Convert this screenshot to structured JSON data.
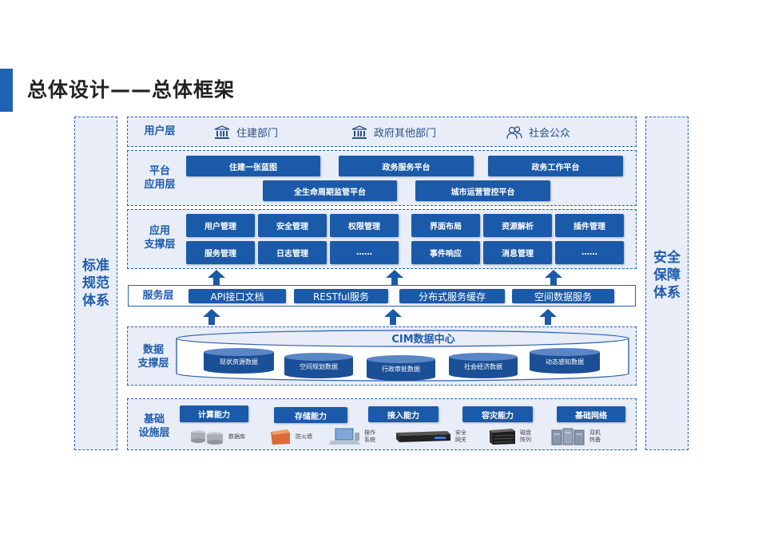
{
  "title": "总体设计——总体框架",
  "left_pillar": "标准\n规范\n体系",
  "right_pillar": "安全\n保障\n体系",
  "user_layer": {
    "label": "用户层",
    "items": [
      "住建部门",
      "政府其他部门",
      "社会公众"
    ]
  },
  "platform_layer": {
    "label": "平台\n应用层",
    "row1": [
      "住建一张蓝图",
      "政务服务平台",
      "政务工作平台"
    ],
    "row2": [
      "全生命周期监管平台",
      "城市运营管控平台"
    ]
  },
  "support_layer": {
    "label": "应用\n支撑层",
    "left_row1": [
      "用户管理",
      "安全管理",
      "权限管理"
    ],
    "left_row2": [
      "服务管理",
      "日志管理",
      "……"
    ],
    "right_row1": [
      "界面布局",
      "资源解析",
      "插件管理"
    ],
    "right_row2": [
      "事件响应",
      "消息管理",
      "……"
    ]
  },
  "service_layer": {
    "label": "服务层",
    "items": [
      "API接口文档",
      "RESTful服务",
      "分布式服务缓存",
      "空间数据服务"
    ]
  },
  "data_layer": {
    "label": "数据\n支撑层",
    "center_title": "CIM数据中心",
    "databases": [
      "现状资源数据",
      "空间规划数据",
      "行政审批数据",
      "社会经济数据",
      "动态感知数据"
    ]
  },
  "infra_layer": {
    "label": "基础\n设施层",
    "capabilities": [
      "计算能力",
      "存储能力",
      "接入能力",
      "容灾能力",
      "基础网络"
    ],
    "devices": [
      "数据库",
      "防火墙",
      "操作\n系统",
      "安全\n网关",
      "磁盘\n阵列",
      "双机\n热备"
    ]
  },
  "colors": {
    "accent": "#1f62b4",
    "button": "#1b5aa8",
    "label": "#1f5cad",
    "panel": "#e8edf7"
  }
}
